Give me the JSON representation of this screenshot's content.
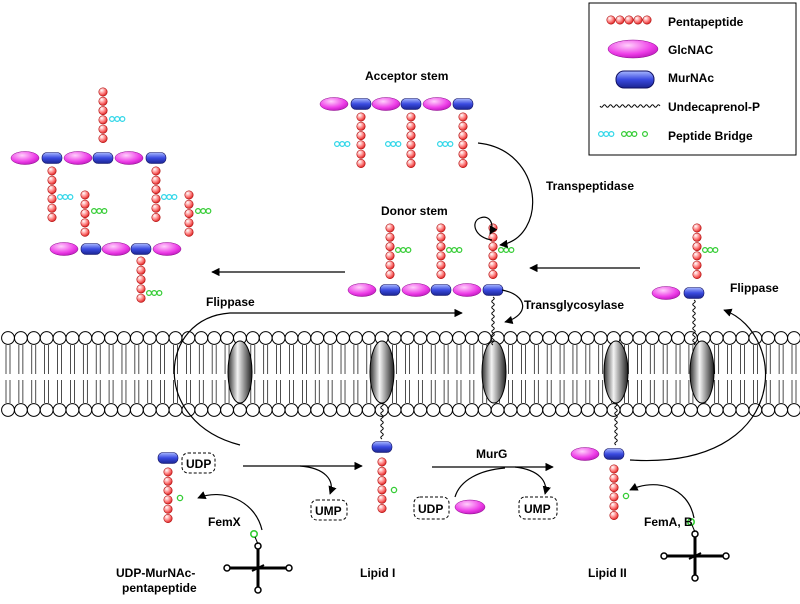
{
  "legend": {
    "items": [
      {
        "key": "pentapeptide",
        "label": "Pentapeptide"
      },
      {
        "key": "glcnac",
        "label": "GlcNAC"
      },
      {
        "key": "murnac",
        "label": "MurNAc"
      },
      {
        "key": "undecaprenol",
        "label": "Undecaprenol-P"
      },
      {
        "key": "bridge",
        "label": "Peptide Bridge"
      }
    ]
  },
  "labels": {
    "acceptor_stem": "Acceptor stem",
    "donor_stem": "Donor stem",
    "transpeptidase": "Transpeptidase",
    "transglycosylase": "Transglycosylase",
    "flippase_left": "Flippase",
    "flippase_right": "Flippase",
    "murg": "MurG",
    "femx": "FemX",
    "fema_b": "FemA, B",
    "udp_murnac_line1": "UDP-MurNAc-",
    "udp_murnac_line2": "pentapeptide",
    "lipid_i": "Lipid I",
    "lipid_ii": "Lipid II",
    "udp_1": "UDP",
    "ump_1": "UMP",
    "udp_2": "UDP",
    "ump_2": "UMP"
  },
  "colors": {
    "pentapeptide": "#ee2a2a",
    "glcnac": "#ee3ee8",
    "murnac": "#2a3ad8",
    "bridge_cyan": "#2fd6e8",
    "bridge_green": "#33cc33",
    "membrane_head": "#ffffff",
    "protein": "#888888"
  }
}
